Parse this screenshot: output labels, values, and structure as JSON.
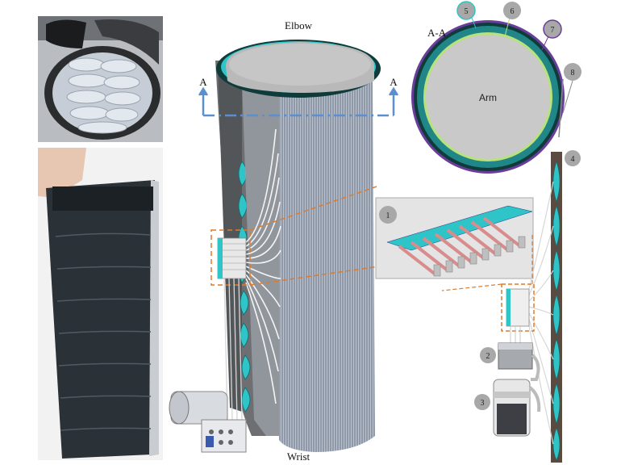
{
  "labels": {
    "elbow": "Elbow",
    "wrist": "Wrist",
    "section_left": "A",
    "section_right": "A",
    "section_title": "A-A",
    "arm": "Arm"
  },
  "callouts": [
    "1",
    "2",
    "3",
    "4",
    "5",
    "6",
    "7",
    "8"
  ],
  "colors": {
    "cyan": "#2fc4c8",
    "sleeve_grey": "#8e98a6",
    "dark_teal": "#0f3b3a",
    "purple": "#6a3d9a",
    "orange": "#e07a2a",
    "blue_arrow": "#5a8fd0"
  }
}
